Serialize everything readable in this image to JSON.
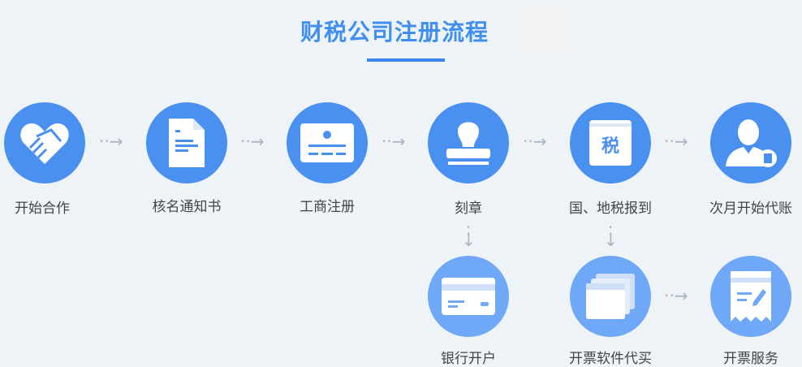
{
  "title": "财税公司注册流程",
  "steps": [
    {
      "label": "开始合作",
      "icon": "handshake-heart-icon"
    },
    {
      "label": "核名通知书",
      "icon": "document-icon"
    },
    {
      "label": "工商注册",
      "icon": "id-card-icon"
    },
    {
      "label": "刻章",
      "icon": "stamp-icon"
    },
    {
      "label": "国、地税报到",
      "icon": "tax-icon",
      "icon_text": "税"
    },
    {
      "label": "次月开始代账",
      "icon": "accountant-icon"
    }
  ],
  "substeps": [
    {
      "label": "银行开户",
      "icon": "bank-card-icon"
    },
    {
      "label": "开票软件代买",
      "icon": "software-window-icon"
    },
    {
      "label": "开票服务",
      "icon": "invoice-icon"
    }
  ],
  "colors": {
    "primary": "#4a90f0",
    "secondary": "#6ea8f6",
    "background": "#eef3f8"
  }
}
